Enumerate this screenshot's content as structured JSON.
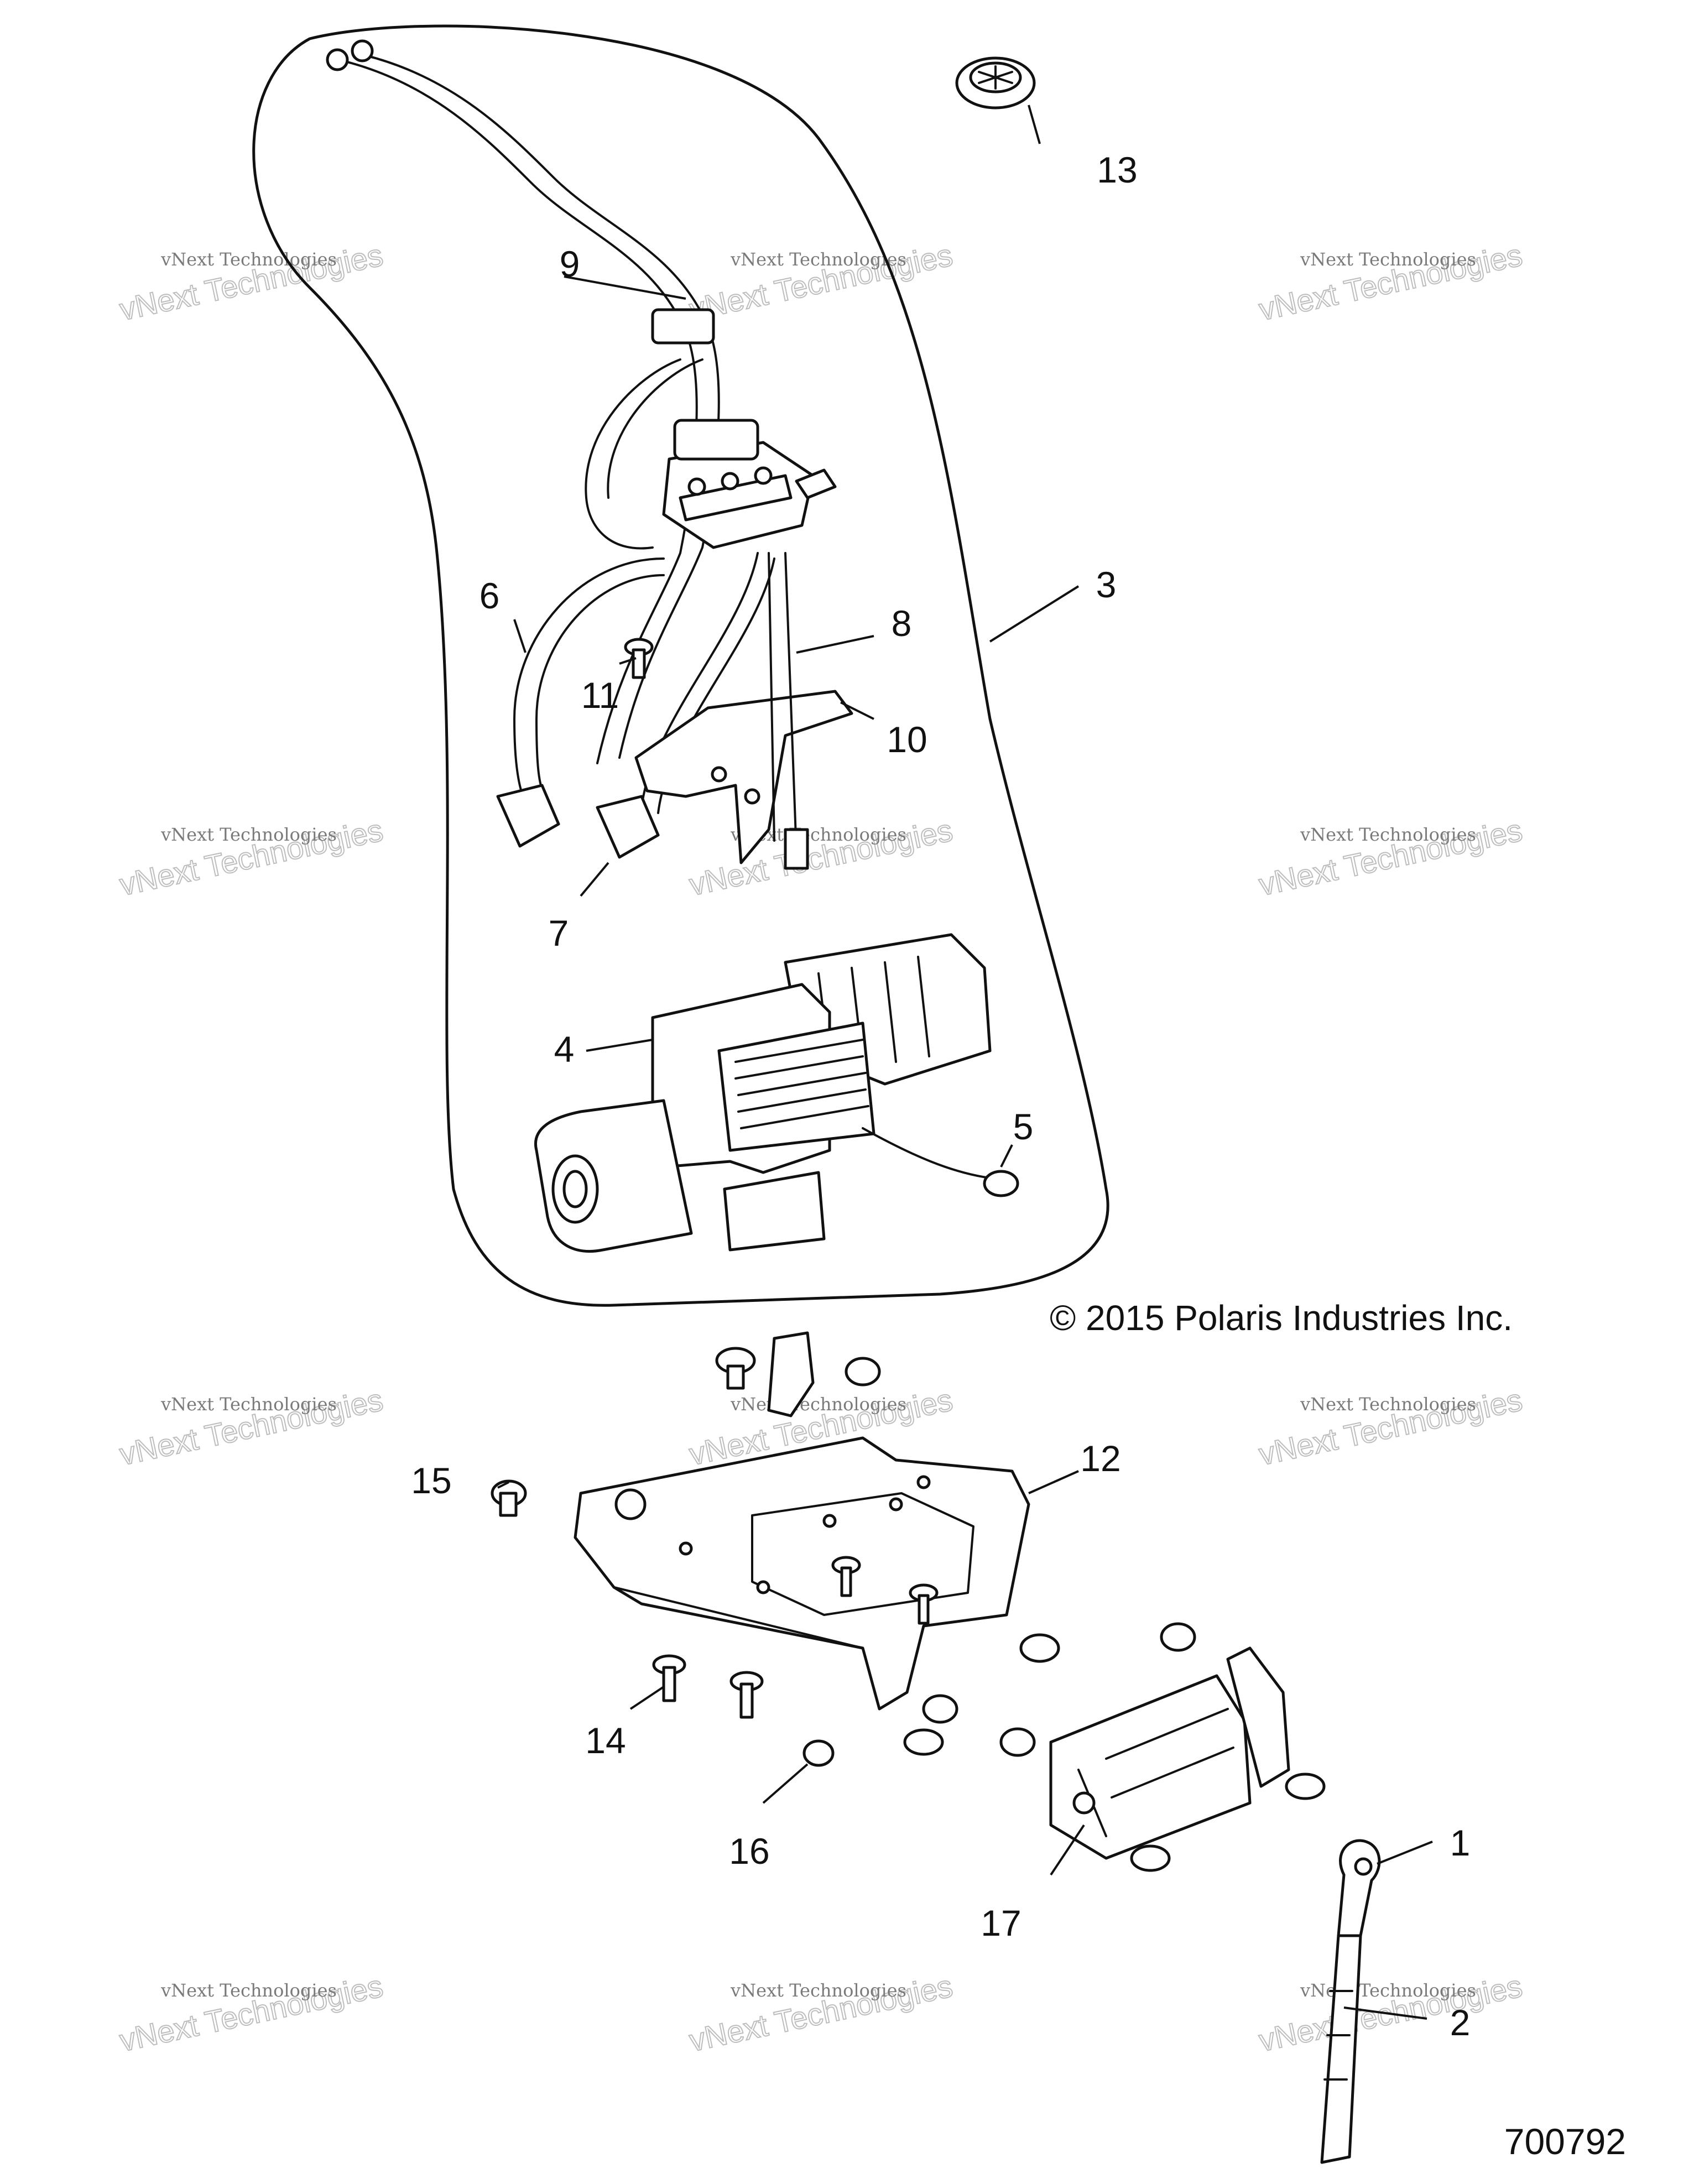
{
  "diagram": {
    "callouts": [
      "1",
      "2",
      "3",
      "4",
      "5",
      "6",
      "7",
      "8",
      "9",
      "10",
      "11",
      "12",
      "13",
      "14",
      "15",
      "16",
      "17"
    ],
    "copyright": "© 2015 Polaris Industries Inc.",
    "figure_number": "700792",
    "watermark": {
      "line1": "vNext Technologies",
      "line2": "vNext Technologies"
    }
  }
}
